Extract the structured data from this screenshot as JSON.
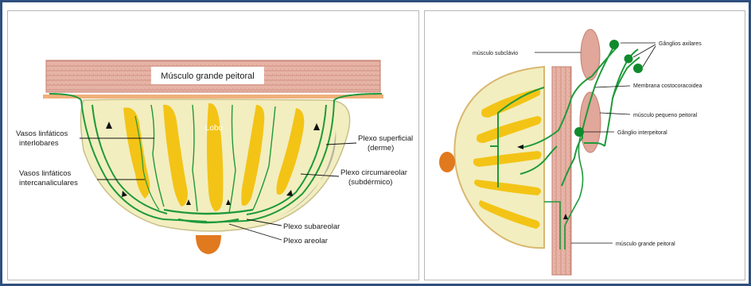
{
  "left_diagram": {
    "muscle_label": "Músculo grande peitoral",
    "lobe_label": "Lobo",
    "labels": {
      "interlobar_1": "Vasos linfáticos",
      "interlobar_2": "interlobares",
      "intercanalicular_1": "Vasos linfáticos",
      "intercanalicular_2": "intercanaliculares",
      "superficial_1": "Plexo superficial",
      "superficial_2": "(derme)",
      "circumareolar_1": "Plexo circumareolar",
      "circumareolar_2": "(subdérmico)",
      "subareolar": "Plexo subareolar",
      "areolar": "Plexo areolar"
    }
  },
  "right_diagram": {
    "labels": {
      "subclavio": "músculo subclávio",
      "axilares": "Gânglios axilares",
      "membrana": "Membrana costocoracoidea",
      "pequeno": "músculo pequeno peitoral",
      "interpeitoral": "Gânglio interpeitoral",
      "grande": "músculo grande peitoral"
    }
  },
  "colors": {
    "frame_border": "#2e4f7d",
    "lymph_green": "#1f9a3a",
    "node_green": "#0f8a2c",
    "lobe_yellow": "#f3c416",
    "tissue_cream": "#f3efbf",
    "muscle_pink": "#e0a79a",
    "nipple_orange": "#e1791f"
  }
}
